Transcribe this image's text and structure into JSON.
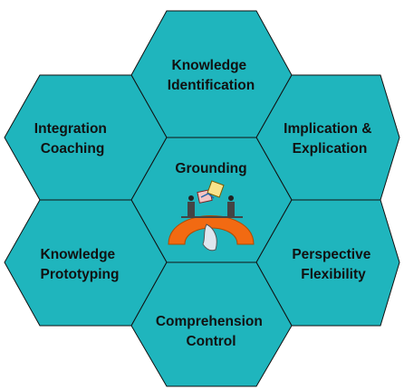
{
  "colors": {
    "hex_fill": "#1fb5bd",
    "hex_stroke": "#111111",
    "arch": "#f26a12"
  },
  "hexagons": [
    {
      "id": "knowledge-identification",
      "lines": [
        "Knowledge",
        "Identification"
      ]
    },
    {
      "id": "integration-coaching",
      "lines": [
        "Integration",
        "Coaching"
      ]
    },
    {
      "id": "implication-explication",
      "lines": [
        "Implication &",
        "Explication"
      ]
    },
    {
      "id": "grounding",
      "lines": [
        "Grounding"
      ]
    },
    {
      "id": "knowledge-prototyping",
      "lines": [
        "Knowledge",
        "Prototyping"
      ]
    },
    {
      "id": "perspective-flexibility",
      "lines": [
        "Perspective",
        "Flexibility"
      ]
    },
    {
      "id": "comprehension-control",
      "lines": [
        "Comprehension",
        "Control"
      ]
    }
  ],
  "center_icon": "bridge-with-people-icon"
}
